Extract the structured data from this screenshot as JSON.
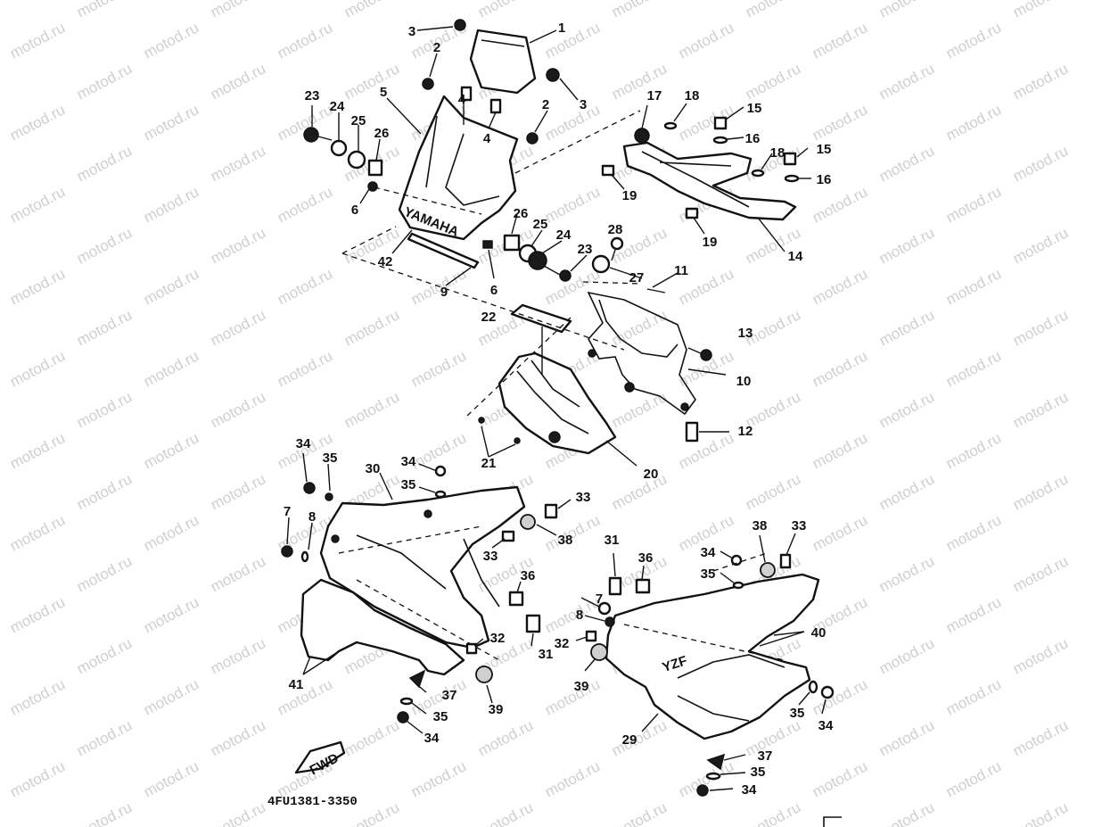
{
  "watermark": "motod.ru",
  "diagram_code": "4FU1381-3350",
  "fwd_label": "FWD",
  "windshield_logo": "YAMAHA",
  "side_logo": "YZF",
  "labels": [
    {
      "t": "1"
    },
    {
      "t": "2"
    },
    {
      "t": "2"
    },
    {
      "t": "3"
    },
    {
      "t": "3"
    },
    {
      "t": "4"
    },
    {
      "t": "4"
    },
    {
      "t": "5"
    },
    {
      "t": "6"
    },
    {
      "t": "6"
    },
    {
      "t": "7"
    },
    {
      "t": "7"
    },
    {
      "t": "8"
    },
    {
      "t": "8"
    },
    {
      "t": "9"
    },
    {
      "t": "10"
    },
    {
      "t": "11"
    },
    {
      "t": "12"
    },
    {
      "t": "13"
    },
    {
      "t": "14"
    },
    {
      "t": "15"
    },
    {
      "t": "15"
    },
    {
      "t": "16"
    },
    {
      "t": "16"
    },
    {
      "t": "17"
    },
    {
      "t": "18"
    },
    {
      "t": "18"
    },
    {
      "t": "19"
    },
    {
      "t": "19"
    },
    {
      "t": "20"
    },
    {
      "t": "21"
    },
    {
      "t": "22"
    },
    {
      "t": "23"
    },
    {
      "t": "23"
    },
    {
      "t": "24"
    },
    {
      "t": "24"
    },
    {
      "t": "25"
    },
    {
      "t": "25"
    },
    {
      "t": "26"
    },
    {
      "t": "26"
    },
    {
      "t": "27"
    },
    {
      "t": "28"
    },
    {
      "t": "29"
    },
    {
      "t": "30"
    },
    {
      "t": "31"
    },
    {
      "t": "31"
    },
    {
      "t": "32"
    },
    {
      "t": "32"
    },
    {
      "t": "33"
    },
    {
      "t": "33"
    },
    {
      "t": "33"
    },
    {
      "t": "34"
    },
    {
      "t": "34"
    },
    {
      "t": "34"
    },
    {
      "t": "34"
    },
    {
      "t": "34"
    },
    {
      "t": "34"
    },
    {
      "t": "35"
    },
    {
      "t": "35"
    },
    {
      "t": "35"
    },
    {
      "t": "35"
    },
    {
      "t": "35"
    },
    {
      "t": "35"
    },
    {
      "t": "36"
    },
    {
      "t": "36"
    },
    {
      "t": "37"
    },
    {
      "t": "37"
    },
    {
      "t": "38"
    },
    {
      "t": "38"
    },
    {
      "t": "39"
    },
    {
      "t": "39"
    },
    {
      "t": "40"
    },
    {
      "t": "41"
    },
    {
      "t": "42"
    }
  ]
}
